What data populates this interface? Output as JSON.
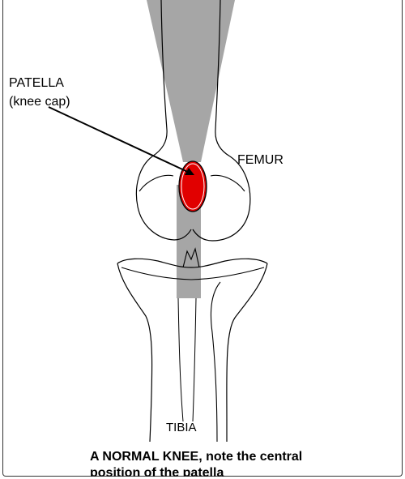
{
  "labels": {
    "patella": "PATELLA",
    "knee_cap": "(knee cap)",
    "femur": "FEMUR",
    "tibia": "TIBIA"
  },
  "caption": {
    "line1": "A NORMAL KNEE, note the central",
    "line2": "position of the patella"
  },
  "colors": {
    "patella_fill": "#e10000",
    "shaft_fill": "#a6a6a6",
    "outline": "#000000"
  }
}
